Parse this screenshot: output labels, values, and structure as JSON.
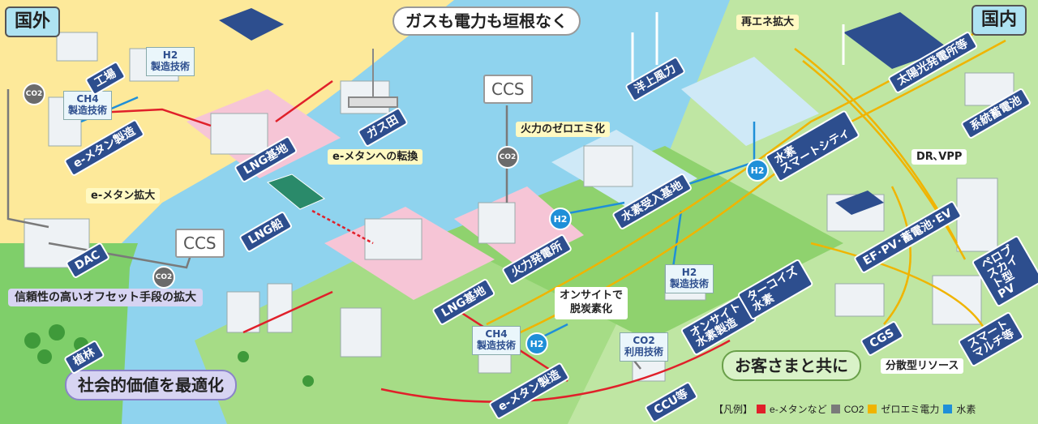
{
  "corners": {
    "overseas": "国外",
    "domestic": "国内"
  },
  "headline": "ガスも電力も垣根なく",
  "messages": {
    "with_customers": "お客さまと共に",
    "social_value": "社会的価値を最適化"
  },
  "yellow_labels": {
    "emethane_conversion": "e-メタンへの転換",
    "emethane_expand": "e-メタン拡大",
    "thermal_zero": "火力のゼロエミ化",
    "renewables": "再エネ拡大"
  },
  "white_labels": {
    "onsite_decarb": "オンサイトで\n脱炭素化",
    "dr_vpp": "DR､VPP",
    "distributed": "分散型リソース"
  },
  "purple_label": "信頼性の高いオフセット手段の拡大",
  "facility_tags": {
    "factory": "工場",
    "emethane_make_overseas": "e-メタン製造",
    "lng_base_overseas": "LNG基地",
    "gas_field": "ガス田",
    "lng_ship": "LNG船",
    "dac": "DAC",
    "afforestation": "植林",
    "offshore_wind": "洋上風力",
    "solar_plant": "太陽光発電所等",
    "grid_battery": "系統蓄電池",
    "h2_city": "水素\nスマートシティ",
    "h2_import": "水素受入基地",
    "thermal_power": "火力発電所",
    "lng_base_domestic": "LNG基地",
    "onsite_h2": "オンサイト\n水素製造",
    "turquoise_h2": "ターコイズ\n水素",
    "ef_pv_ev": "EF･PV･蓄電池･EV",
    "perovskite": "ペロブスカイト型\nPV",
    "cgs": "CGS",
    "smart_multi": "スマート\nマルチ等",
    "emethane_make_domestic": "e-メタン製造",
    "ccu": "CCU等"
  },
  "plates": {
    "h2_tech_overseas": "H2\n製造技術",
    "ch4_tech_overseas": "CH4\n製造技術",
    "h2_tech_domestic": "H2\n製造技術",
    "ch4_tech_domestic": "CH4\n製造技術",
    "co2_tech": "CO2\n利用技術"
  },
  "ccs_labels": {
    "ccs_1": "CCS",
    "ccs_2": "CCS"
  },
  "badges": {
    "h2": "H2",
    "co2": "CO2"
  },
  "legend": {
    "prefix": "【凡例】",
    "items": [
      {
        "color": "#e0202a",
        "label": "e-メタンなど"
      },
      {
        "color": "#7a7a7a",
        "label": "CO2"
      },
      {
        "color": "#f0b400",
        "label": "ゼロエミ電力"
      },
      {
        "color": "#1f8fd8",
        "label": "水素"
      }
    ]
  },
  "colors": {
    "emethane": "#e0202a",
    "co2": "#7a7a7a",
    "zero_emission": "#f0b400",
    "hydrogen": "#1f8fd8"
  }
}
